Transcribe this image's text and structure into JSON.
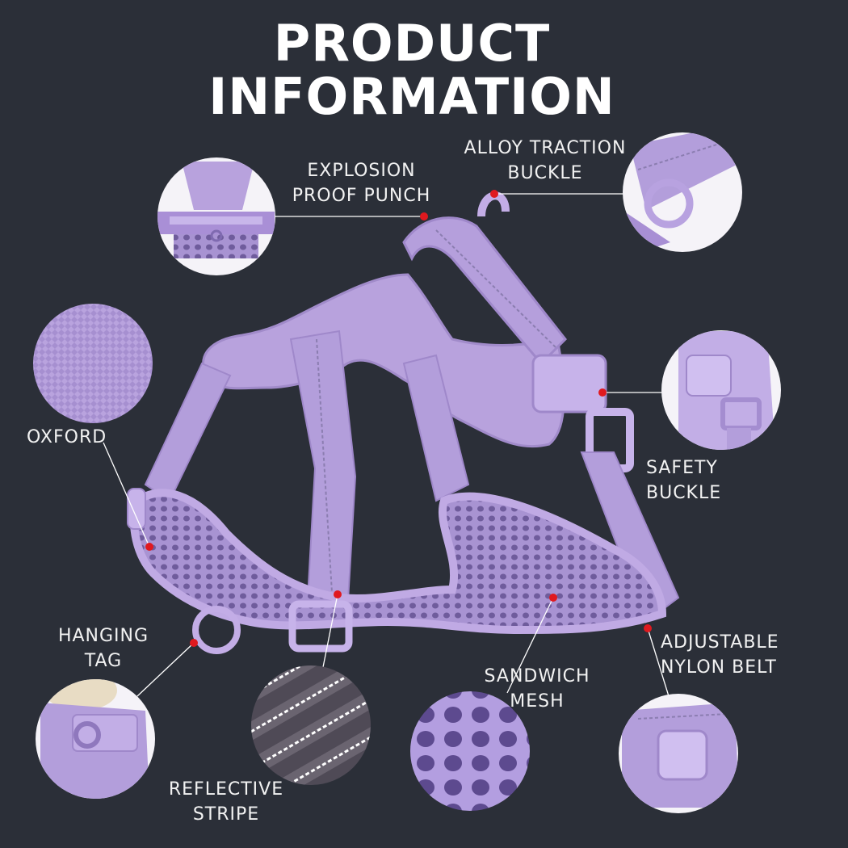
{
  "header": {
    "title_line1": "PRODUCT",
    "title_line2": "INFORMATION"
  },
  "colors": {
    "background": "#2b2f38",
    "harness_purple": "#b7a0dc",
    "harness_dark": "#8f78bd",
    "mesh": "#9c88c8",
    "marker_red": "#e0191f",
    "leader_line": "#ffffff"
  },
  "callouts": {
    "explosion_proof_punch": {
      "line1": "EXPLOSION",
      "line2": "PROOF PUNCH"
    },
    "alloy_traction_buckle": {
      "line1": "ALLOY TRACTION",
      "line2": "BUCKLE"
    },
    "oxford": {
      "line1": "OXFORD"
    },
    "safety_buckle": {
      "line1": "SAFETY",
      "line2": "BUCKLE"
    },
    "hanging_tag": {
      "line1": "HANGING",
      "line2": "TAG"
    },
    "adjustable_nylon_belt": {
      "line1": "ADJUSTABLE",
      "line2": "NYLON BELT"
    },
    "sandwich_mesh": {
      "line1": "SANDWICH",
      "line2": "MESH"
    },
    "reflective_stripe": {
      "line1": "REFLECTIVE",
      "line2": "STRIPE"
    }
  }
}
